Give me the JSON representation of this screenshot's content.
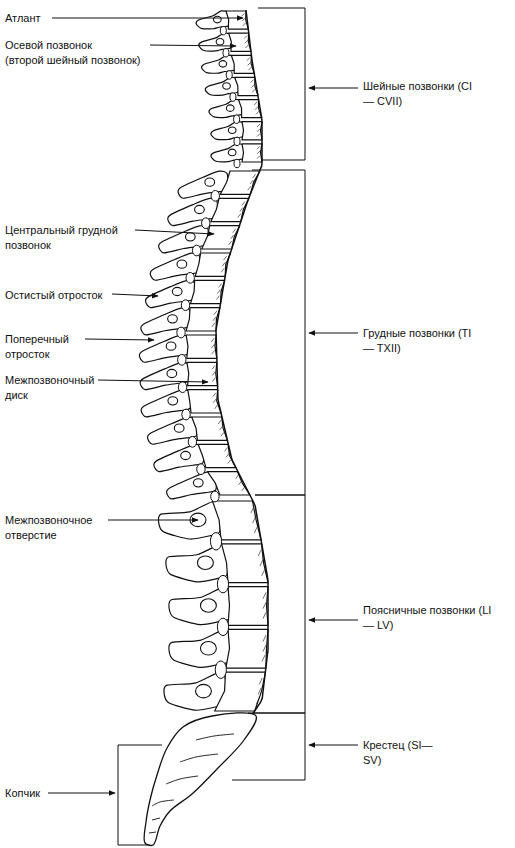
{
  "diagram": {
    "labels": [
      "Атлант",
      "Осевой позвонок (второй шейный позвонок)",
      "Шейные позвонки (CI — CVII)",
      "Центральный грудной позвонок",
      "Остистый отросток",
      "Грудные позвонки (TI — TXII)",
      "Поперечный отросток",
      "Межпозвоночный диск",
      "Межпозвоночное отверстие",
      "Поясничные позвонки (LI — LV)",
      "Крестец (SI— SV)",
      "Копчик"
    ]
  }
}
